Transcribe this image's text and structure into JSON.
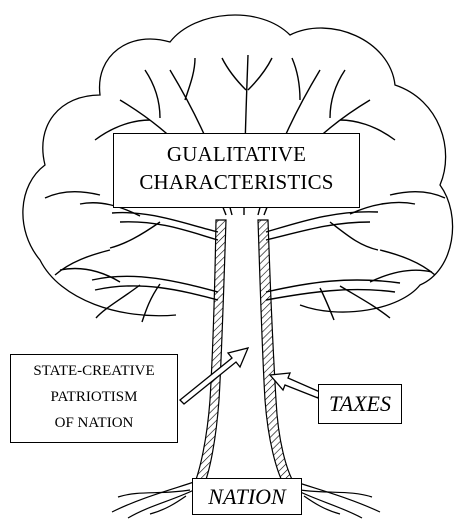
{
  "diagram": {
    "labels": {
      "qualitative": [
        "GUALITATIVE",
        "CHARACTERISTICS"
      ],
      "state_creative": [
        "STATE-CREATIVE",
        "PATRIOTISM",
        "OF NATION"
      ],
      "taxes": "TAXES",
      "nation": "NATION"
    },
    "colors": {
      "ink": "#000000",
      "paper": "#ffffff"
    }
  }
}
